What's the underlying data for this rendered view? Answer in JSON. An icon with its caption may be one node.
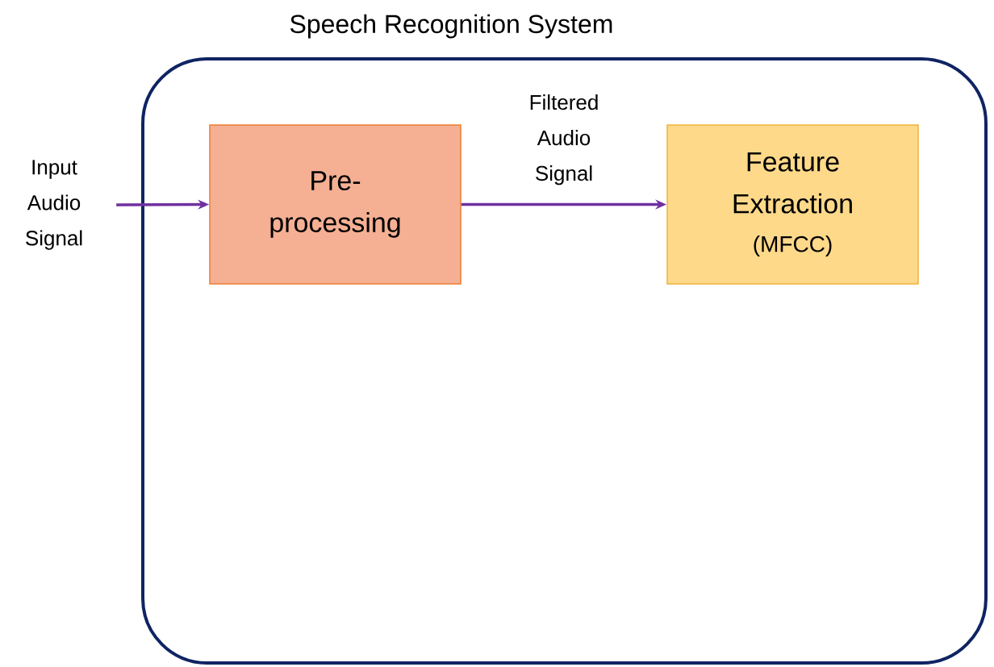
{
  "diagram": {
    "nodes": [
      {
        "text": [
          "Speech Recognition System"
        ]
      },
      {
        "text": [
          "Pre- processing"
        ],
        "in": 0
      },
      {
        "text": [
          "Feature Extraction",
          "(MFCC)"
        ],
        "in": 0
      },
      {
        "text": [
          "Input Audio Signal"
        ]
      }
    ],
    "edges": [
      {
        "from": 3,
        "to": 1,
        "arrow": "to"
      },
      {
        "from": 1,
        "to": 2,
        "arrow": "to",
        "label": "Filtered Audio Signal"
      }
    ]
  }
}
